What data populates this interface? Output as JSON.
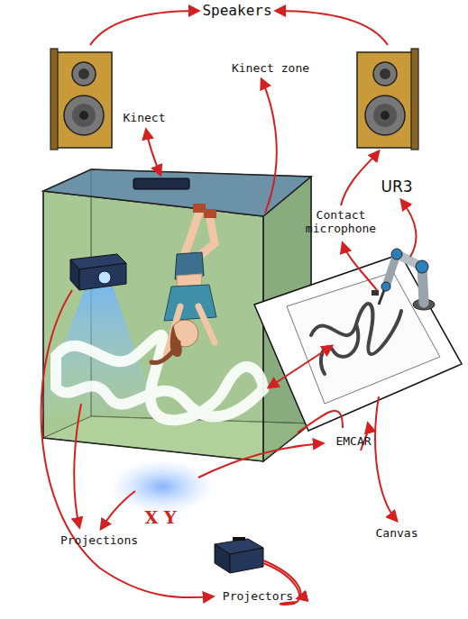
{
  "diagram": {
    "labels": [
      "Speakers",
      "Kinect zone",
      "Kinect",
      "UR3",
      "Contact microphone",
      "EMCAR",
      "X Y",
      "Canvas",
      "Projections",
      "Projectors"
    ]
  }
}
